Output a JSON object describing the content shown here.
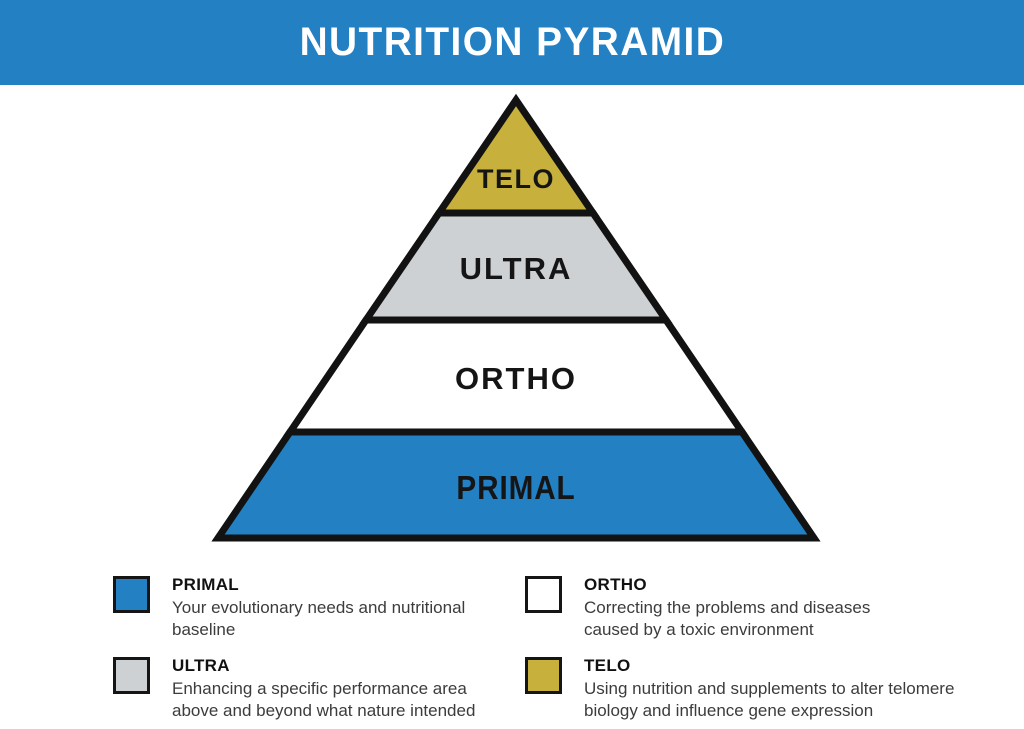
{
  "header": {
    "title": "NUTRITION PYRAMID"
  },
  "colors": {
    "banner_bg": "#2280C3",
    "outline": "#121212",
    "title_text": "#FFFFFF",
    "label_text": "#151515",
    "description_text": "#3C3C3C"
  },
  "pyramid": {
    "levels": [
      {
        "id": "telo",
        "label": "TELO",
        "color": "#C7B13C"
      },
      {
        "id": "ultra",
        "label": "ULTRA",
        "color": "#CDD1D3"
      },
      {
        "id": "ortho",
        "label": "ORTHO",
        "color": "#FFFFFF"
      },
      {
        "id": "primal",
        "label": "PRIMAL",
        "color": "#2280C3"
      }
    ]
  },
  "legend": {
    "items": [
      {
        "id": "primal",
        "title": "PRIMAL",
        "description": "Your evolutionary needs and nutritional baseline",
        "color": "#2280C3"
      },
      {
        "id": "ortho",
        "title": "ORTHO",
        "description": "Correcting the problems and diseases caused by a toxic environment",
        "color": "#FFFFFF"
      },
      {
        "id": "ultra",
        "title": "ULTRA",
        "description": "Enhancing a specific performance area above and beyond what nature intended",
        "color": "#CDD1D3"
      },
      {
        "id": "telo",
        "title": "TELO",
        "description": "Using nutrition and supplements to alter telomere biology and influence gene expression",
        "color": "#C7B13C"
      }
    ]
  }
}
